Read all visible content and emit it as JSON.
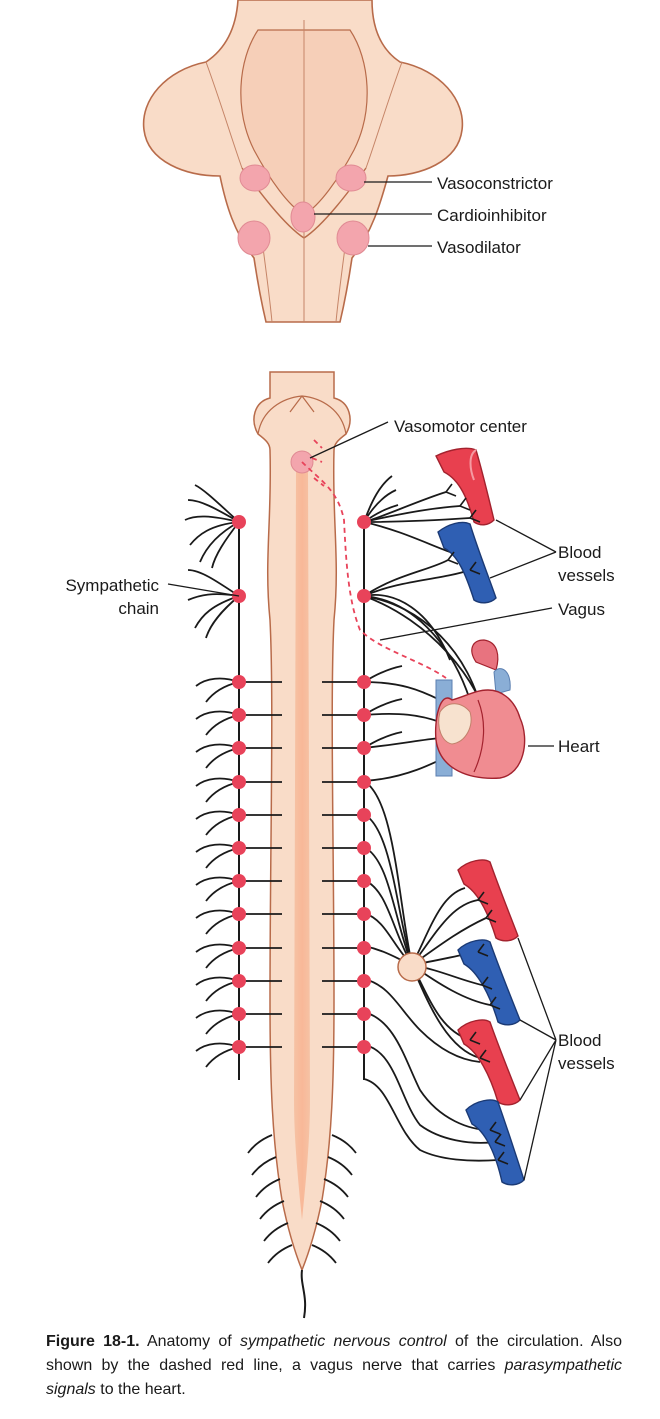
{
  "brainstem_labels": {
    "vasoconstrictor": "Vasoconstrictor",
    "cardioinhibitor": "Cardioinhibitor",
    "vasodilator": "Vasodilator"
  },
  "cord_labels": {
    "vasomotor_center": "Vasomotor center",
    "blood_vessels_top_1": "Blood",
    "blood_vessels_top_2": "vessels",
    "sympathetic_chain_1": "Sympathetic",
    "sympathetic_chain_2": "chain",
    "vagus": "Vagus",
    "heart": "Heart",
    "blood_vessels_bottom_1": "Blood",
    "blood_vessels_bottom_2": "vessels"
  },
  "caption": {
    "figure_number": "Figure 18-1.",
    "text_1": " Anatomy of ",
    "emphasis_1": "sympathetic nervous control",
    "text_2": " of the circulation. Also shown by the dashed red line, a vagus nerve that carries ",
    "emphasis_2": "parasympathetic signals",
    "text_3": " to the heart."
  },
  "colors": {
    "tissue_fill": "#f9dcc8",
    "tissue_stroke": "#b86b4a",
    "nucleus": "#f3a5ad",
    "ganglion": "#e8435a",
    "artery": "#e8404f",
    "vein": "#2f5fb3",
    "vagus_dashed": "#e8435a",
    "nerve": "#1a1a1a"
  }
}
